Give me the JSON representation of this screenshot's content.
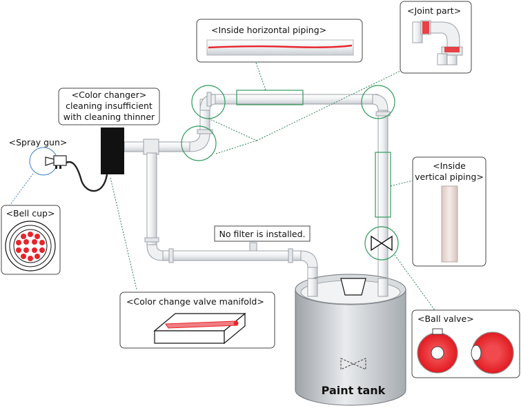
{
  "labels": {
    "inside_horizontal_piping": "<Inside horizontal piping>",
    "joint_part": "<Joint part>",
    "color_changer_title": "<Color changer>",
    "color_changer_line1": "cleaning insufficient",
    "color_changer_line2": "with cleaning thinner",
    "spray_gun": "<Spray gun>",
    "bell_cup": "<Bell cup>",
    "inside_vertical_line1": "<Inside",
    "inside_vertical_line2": "vertical piping>",
    "no_filter": "No filter is installed.",
    "color_change_valve_manifold": "<Color change valve manifold>",
    "ball_valve": "<Ball valve>",
    "paint_tank": "Paint tank"
  },
  "colors": {
    "paint_red": "#e8242a",
    "pipe_fill": "#f1f3f5",
    "pipe_stroke": "#9aa0a6",
    "callout_circle": "#2e9a5a",
    "leader_line": "#2e7d50",
    "black_unit": "#111111"
  }
}
